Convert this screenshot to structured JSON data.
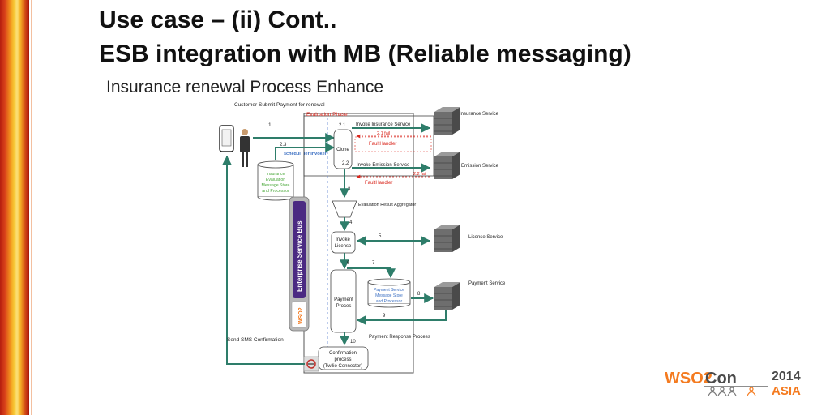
{
  "slide": {
    "title_line1": "Use case – (ii)  Cont..",
    "title_line2": "ESB integration with MB  (Reliable messaging)",
    "subtitle": "Insurance renewal Process Enhance"
  },
  "diagram": {
    "top_caption": "Customer Submit Payment for renewal",
    "evaluation_phase": "Evaluation Phase",
    "step_1": "1",
    "step_2_1": "2.1",
    "step_2_2": "2.2",
    "step_2_3": "2.3",
    "step_3": "3",
    "step_4": "4",
    "step_5": "5",
    "step_6": "6",
    "step_7": "7",
    "step_8": "8",
    "step_9": "9",
    "step_10": "10",
    "invoke_insurance": "Invoke Insurance Service",
    "invoke_emission": "Invoke Emission Service",
    "fail_2_1": "2.1 fail",
    "fail_2_2": "2.2 fail",
    "fault_handler_1": "FaultHandler",
    "fault_handler_2": "FaultHandler",
    "clone": "Clone",
    "sched_invoker_a": "schedul",
    "sched_invoker_b": "ler Invoker",
    "insurance_store_l1": "Insurance",
    "insurance_store_l2": "Evaluation",
    "insurance_store_l3": "Message Store",
    "insurance_store_l4": "and Processor",
    "aggregator": "Evaluation Result Aggregator",
    "invoke_license_l1": "Invoke",
    "invoke_license_l2": "License",
    "payment_proces_l1": "Payment",
    "payment_proces_l2": "Proces",
    "payment_store_l1": "Payment Service",
    "payment_store_l2": "Message Store",
    "payment_store_l3": "and Processor",
    "payment_response": "Payment Response Process",
    "send_sms": "Send SMS Confirmation",
    "confirmation_l1": "Confirmation",
    "confirmation_l2": "process",
    "confirmation_l3": "(Twilio Connector)",
    "esb_label": "Enterprise Service Bus",
    "esb_logo": "WSO2",
    "insurance_service": "Insurance Service",
    "emission_service": "Emission Service",
    "license_service": "License Service",
    "payment_service": "Payment Service"
  },
  "logo": {
    "brand_a": "WSO2",
    "brand_b": "Con",
    "year": "2014",
    "region": "ASIA"
  },
  "colors": {
    "flow_green": "#2e7d6a",
    "fault_red": "#d9261c",
    "server_gray": "#6e6e6e",
    "esb_purple": "#4b2a82",
    "store_text_green": "#4aa83a",
    "store_text_blue": "#3b6fc2",
    "logo_orange": "#f47b20"
  }
}
